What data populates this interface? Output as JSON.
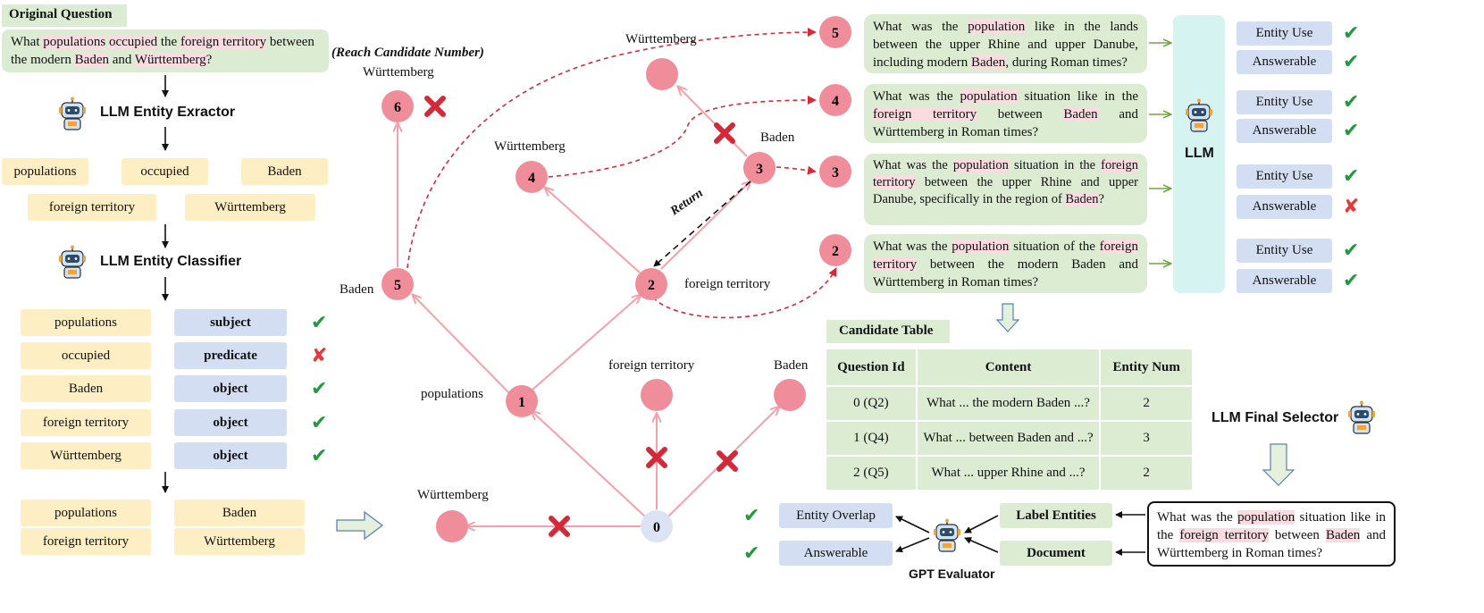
{
  "colors": {
    "node_pink": "#ef8e9a",
    "node_root": "#dbe3f5",
    "edge_pink": "#f4a0aa",
    "dashed_red": "#d42b3a",
    "cross_red": "#d32a3a",
    "check_green": "#1f9a3c",
    "green_box": "#dcecd2",
    "yellow_box": "#fdeec3",
    "blue_box": "#d3def2",
    "teal_box": "#d4f3f1",
    "highlight": "#f9dbe0"
  },
  "left": {
    "original_question_title": "Original Question",
    "question_parts": [
      "What ",
      "populations",
      " ",
      "occupied",
      " the ",
      "foreign territory",
      " between the modern ",
      "Baden",
      " and ",
      "Württemberg",
      "?"
    ],
    "extractor_label": "LLM Entity Exractor",
    "extracted_entities": [
      "populations",
      "occupied",
      "Baden",
      "foreign territory",
      "Württemberg"
    ],
    "classifier_label": "LLM Entity Classifier",
    "classified": [
      {
        "entity": "populations",
        "role": "subject",
        "ok": "✔"
      },
      {
        "entity": "occupied",
        "role": "predicate",
        "ok": "✘"
      },
      {
        "entity": "Baden",
        "role": "object",
        "ok": "✔"
      },
      {
        "entity": "foreign territory",
        "role": "object",
        "ok": "✔"
      },
      {
        "entity": "Württemberg",
        "role": "object",
        "ok": "✔"
      }
    ],
    "kept_entities": [
      "populations",
      "Baden",
      "foreign territory",
      "Württemberg"
    ]
  },
  "tree": {
    "reach_label": "(Reach Candidate Number)",
    "return_label": "Return",
    "nodes": {
      "n0": "0",
      "n1": "1",
      "n2": "2",
      "n3": "3",
      "n4": "4",
      "n5": "5",
      "n6": "6"
    },
    "node_labels": {
      "n1": "populations",
      "n2": "foreign territory",
      "n3": "Baden",
      "n4": "Württemberg",
      "n5": "Baden",
      "n6": "Württemberg",
      "leaf_top": "Württemberg",
      "leaf_mid": "foreign territory",
      "leaf_right": "Baden",
      "leaf_left": "Württemberg"
    },
    "candidate_nodes": [
      "5",
      "4",
      "3",
      "2"
    ]
  },
  "candidates": [
    {
      "parts": [
        "What was the ",
        "population",
        " like in the lands between the upper Rhine and upper Danube, including modern ",
        "Baden",
        ", during Roman times?"
      ],
      "entity_use": "Entity Use",
      "answerable": "Answerable",
      "eu_ok": "✔",
      "ans_ok": "✔"
    },
    {
      "parts": [
        "What was the ",
        "population",
        " situation like in the ",
        "foreign territory",
        " between ",
        "Baden",
        " and Württemberg in Roman times?"
      ],
      "entity_use": "Entity Use",
      "answerable": "Answerable",
      "eu_ok": "✔",
      "ans_ok": "✔"
    },
    {
      "parts": [
        "What was the ",
        "population",
        " situation in the ",
        "foreign territory",
        " between the upper Rhine and upper Danube, specifically in the region of ",
        "Baden",
        "?"
      ],
      "entity_use": "Entity Use",
      "answerable": "Answerable",
      "eu_ok": "✔",
      "ans_ok": "✘"
    },
    {
      "parts": [
        "What was the ",
        "population",
        " situation of the ",
        "foreign territory",
        " between the modern Baden and Württemberg in Roman times?"
      ],
      "entity_use": "Entity Use",
      "answerable": "Answerable",
      "eu_ok": "✔",
      "ans_ok": "✔"
    }
  ],
  "llm_label": "LLM",
  "candidate_table": {
    "title": "Candidate Table",
    "headers": [
      "Question Id",
      "Content",
      "Entity Num"
    ],
    "rows": [
      [
        "0 (Q2)",
        "What ... the modern Baden ...?",
        "2"
      ],
      [
        "1 (Q4)",
        "What ... between Baden and ...?",
        "3"
      ],
      [
        "2 (Q5)",
        "What ... upper Rhine and ...?",
        "2"
      ]
    ]
  },
  "final_selector_label": "LLM Final Selector",
  "evaluator": {
    "label": "GPT Evaluator",
    "entity_overlap": "Entity Overlap",
    "answerable": "Answerable",
    "overlap_ok": "✔",
    "answerable_ok": "✔",
    "label_entities": "Label Entities",
    "document": "Document"
  },
  "final_question_parts": [
    "What was the ",
    "population",
    " situation like in the ",
    "foreign territory",
    " between ",
    "Baden",
    " and Württemberg in Roman times?"
  ]
}
